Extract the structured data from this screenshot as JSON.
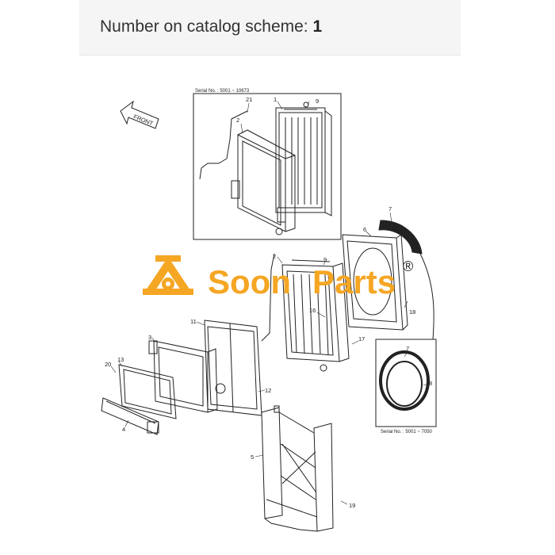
{
  "header": {
    "title_prefix": "Number on catalog scheme:",
    "title_number": "1"
  },
  "diagram": {
    "front_label": "FRONT",
    "serial_top": "Serial No. : 5001 ~ 10673",
    "serial_bottom": "Serial No. : 5001 ~ 7050",
    "callouts": [
      "21",
      "1",
      "9",
      "2",
      "7",
      "6",
      "2",
      "9",
      "16",
      "18",
      "17",
      "11",
      "3",
      "13",
      "20",
      "12",
      "4",
      "5",
      "19",
      "7",
      "8"
    ]
  },
  "watermark": {
    "brand_left": "Soon",
    "brand_right": "Parts",
    "registered": "®",
    "color": "#f5a623"
  }
}
